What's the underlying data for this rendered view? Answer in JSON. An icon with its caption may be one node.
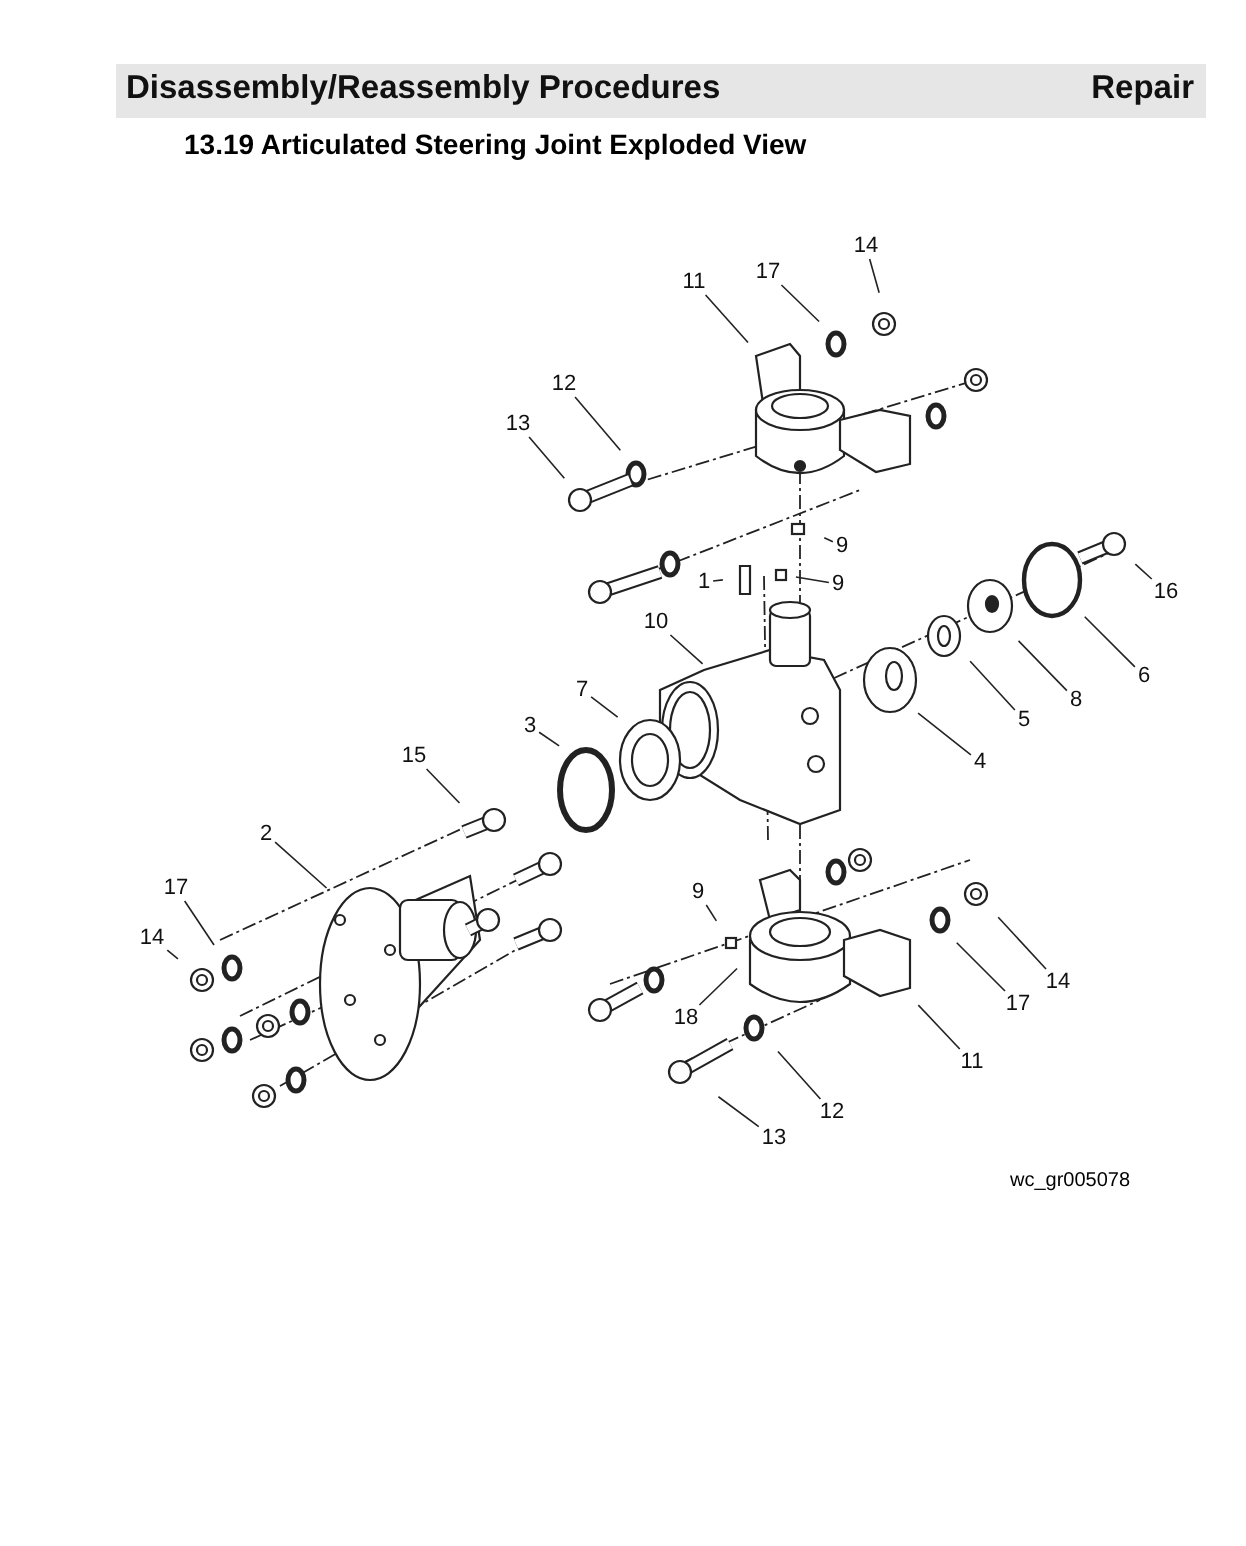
{
  "diagram": {
    "title": "13.19 Articulated Steering Joint Exploded View",
    "nodes": [
      {
        "text": [
          "14"
        ]
      },
      {
        "text": [
          "11"
        ]
      },
      {
        "text": [
          "17"
        ]
      },
      {
        "text": [
          "12"
        ]
      },
      {
        "text": [
          "13"
        ]
      },
      {
        "text": [
          "9"
        ]
      },
      {
        "text": [
          "9"
        ]
      },
      {
        "text": [
          "1"
        ]
      },
      {
        "text": [
          "16"
        ]
      },
      {
        "text": [
          "10"
        ]
      },
      {
        "text": [
          "7"
        ]
      },
      {
        "text": [
          "6"
        ]
      },
      {
        "text": [
          "3"
        ]
      },
      {
        "text": [
          "8"
        ]
      },
      {
        "text": [
          "5"
        ]
      },
      {
        "text": [
          "15"
        ]
      },
      {
        "text": [
          "4"
        ]
      },
      {
        "text": [
          "2"
        ]
      },
      {
        "text": [
          "17"
        ]
      },
      {
        "text": [
          "9"
        ]
      },
      {
        "text": [
          "14"
        ]
      },
      {
        "text": [
          "14"
        ]
      },
      {
        "text": [
          "17"
        ]
      },
      {
        "text": [
          "18"
        ]
      },
      {
        "text": [
          "11"
        ]
      },
      {
        "text": [
          "12"
        ]
      },
      {
        "text": [
          "13"
        ]
      }
    ],
    "edges": [
      {
        "from": 0,
        "to": null,
        "arrow": "none"
      },
      {
        "from": 1,
        "to": null,
        "arrow": "none"
      },
      {
        "from": 2,
        "to": null,
        "arrow": "none"
      },
      {
        "from": 3,
        "to": null,
        "arrow": "none"
      },
      {
        "from": 4,
        "to": null,
        "arrow": "none"
      },
      {
        "from": 5,
        "to": null,
        "arrow": "none"
      },
      {
        "from": 6,
        "to": null,
        "arrow": "none"
      },
      {
        "from": 7,
        "to": null,
        "arrow": "none"
      },
      {
        "from": 8,
        "to": null,
        "arrow": "none"
      },
      {
        "from": 9,
        "to": null,
        "arrow": "none"
      },
      {
        "from": 10,
        "to": null,
        "arrow": "none"
      },
      {
        "from": 11,
        "to": null,
        "arrow": "none"
      },
      {
        "from": 12,
        "to": null,
        "arrow": "none"
      },
      {
        "from": 13,
        "to": null,
        "arrow": "none"
      },
      {
        "from": 14,
        "to": null,
        "arrow": "none"
      },
      {
        "from": 15,
        "to": null,
        "arrow": "none"
      },
      {
        "from": 16,
        "to": null,
        "arrow": "none"
      },
      {
        "from": 17,
        "to": null,
        "arrow": "none"
      },
      {
        "from": 18,
        "to": null,
        "arrow": "none"
      },
      {
        "from": 19,
        "to": null,
        "arrow": "none"
      },
      {
        "from": 20,
        "to": null,
        "arrow": "none"
      },
      {
        "from": 21,
        "to": null,
        "arrow": "none"
      },
      {
        "from": 22,
        "to": null,
        "arrow": "none"
      },
      {
        "from": 23,
        "to": null,
        "arrow": "none"
      },
      {
        "from": 24,
        "to": null,
        "arrow": "none"
      },
      {
        "from": 25,
        "to": null,
        "arrow": "none"
      },
      {
        "from": 26,
        "to": null,
        "arrow": "none"
      }
    ],
    "labels": [
      "Disassembly/Reassembly Procedures",
      "Repair",
      "wc_gr005078"
    ]
  }
}
